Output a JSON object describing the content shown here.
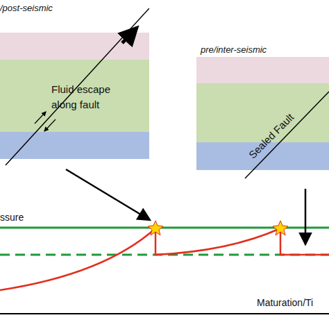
{
  "diagram": {
    "nodes": [
      {
        "text": [
          "/post-seismic",
          "Fluid escape along fault"
        ]
      },
      {
        "text": [
          "pre/inter-seismic",
          "Sealed Fault"
        ]
      }
    ],
    "labels": [
      "ssure",
      "Maturation/Ti"
    ]
  }
}
